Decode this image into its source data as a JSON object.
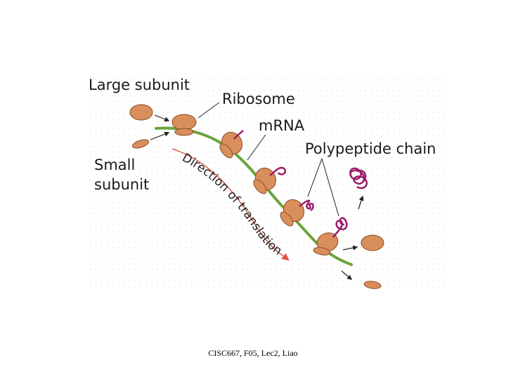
{
  "diagram": {
    "labels": {
      "large_subunit": "Large subunit",
      "ribosome": "Ribosome",
      "mrna": "mRNA",
      "polypeptide_chain": "Polypeptide chain",
      "small_subunit_line1": "Small",
      "small_subunit_line2": "subunit",
      "direction": "Direction of translation"
    },
    "colors": {
      "subunit_fill": "#d98f5c",
      "subunit_stroke": "#8a4a22",
      "mrna": "#6aa33a",
      "polypeptide": "#9b1c6b",
      "direction_arrow": "#d9564a",
      "grid_dot": "#d8d8d8"
    }
  },
  "footer": {
    "text": "CISC667, F05, Lec2, Liao"
  }
}
